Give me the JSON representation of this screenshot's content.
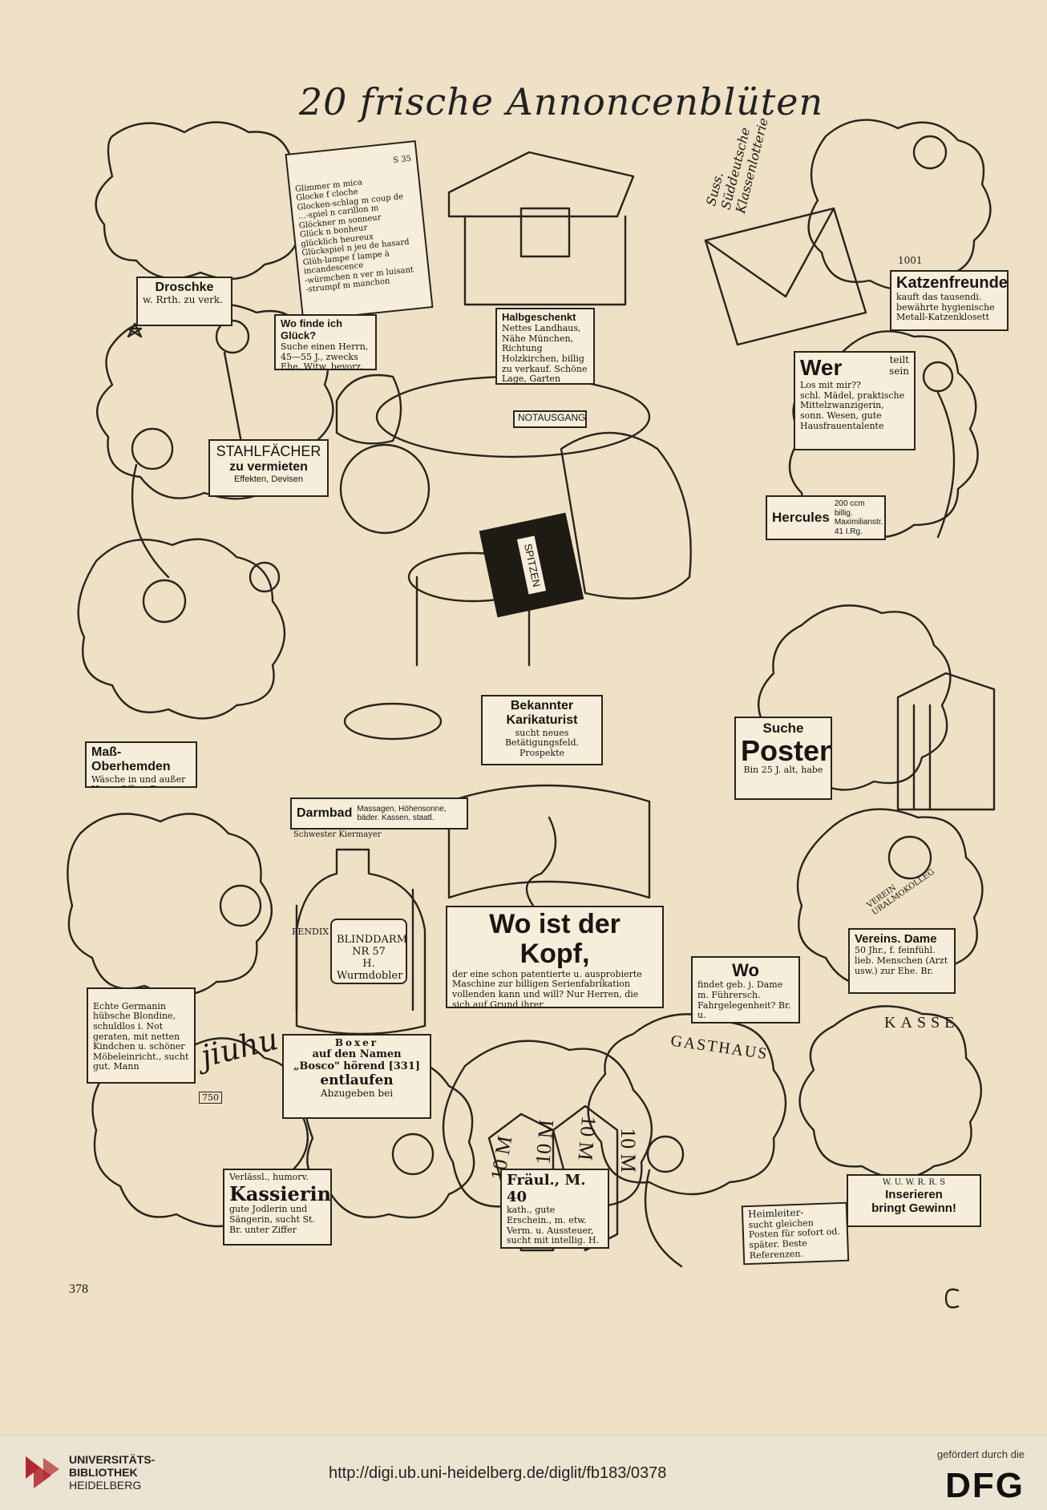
{
  "title": "20 frische Annoncenblüten",
  "page_number": "378",
  "ads": {
    "glimmer": "Glimmer m mica\nGlocke f cloche\nGlocken-schlag m coup de\n…-spiel n carillon m\nGlöckner m sonneur\nGlück n bonheur\nglücklich heureux\nGlückspiel n jeu de hasard\nGlüh-lampe f lampe à incandescence\n-würmchen n ver m luisant\n-strumpf m manchon",
    "glimmer_corner": "S 35",
    "droschke_h": "Droschke",
    "droschke_b": "w. Rrth. zu verk.",
    "wofinde_h": "Wo finde ich Glück?",
    "wofinde_b": "Suche einen Herrn, 45—55 J., zwecks Ehe, Witw. bevorz.",
    "landhaus_h": "Halbgeschenkt",
    "landhaus_b": "Nettes Landhaus, Nähe München, Richtung Holzkirchen, billig zu verkauf. Schöne Lage, Garten",
    "notausgang": "NOTAUSGANG",
    "lotterie": "Suss. Süddeutsche Klassenlotterie",
    "katzen_h": "Katzenfreunde",
    "katzen_b": "kauft das tausendi. bewährte hygienische Metall-Katzenklosett",
    "katzen_num": "1001",
    "wer_h": "Wer",
    "wer_side": "teilt sein",
    "wer_b": "Los mit mir??\nschl. Mädel, praktische Mittelzwanzigerin, sonn. Wesen, gute Hausfrauentalente",
    "stahl_h": "STAHLFÄCHER",
    "stahl_s": "zu vermieten",
    "stahl_b": "Effekten, Devisen",
    "hercules_h": "Hercules",
    "hercules_b": "200 ccm billig. Maximilianstr. 41 I.Rg.",
    "spitzen": "SPITZEN",
    "karikatur_h": "Bekannter Karikaturist",
    "karikatur_b": "sucht neues Betätigungsfeld. Prospekte",
    "hemden_h": "Maß-Oberhemden",
    "hemden_b": "Wäsche in und außer Haus. Off. u. R.",
    "posten_a": "Suche",
    "posten_h": "Posten",
    "posten_b": "Bin 25 J. alt, habe",
    "darmbad_h": "Darmbad",
    "darmbad_b": "Massagen, Höhensonne, bäder. Kassen, staatl.",
    "darmbad_c": "Schwester Kiermayer",
    "blinddarm": "BLINDDARM\nNR 57\nH. Wurmdobler II",
    "pendix": "PENDIX",
    "kopf_h": "Wo ist der Kopf,",
    "kopf_b": "der eine schon patentierte u. ausprobierte Maschine zur billigen Serienfabrikation vollenden kann und will? Nur Herren, die sich auf Grund ihrer",
    "wo_h": "Wo",
    "wo_b": "findet geb. j. Dame m. Führersch. Fahrgelegenheit? Br. u.",
    "verein_h": "Vereins. Dame",
    "verein_b": "50 Jhr., f. feinfühl. lieb. Menschen (Arzt usw.) zur Ehe. Br.",
    "sash": "VEREIN URALMOKOLLEG",
    "germanin": "Echte Germanin\nhübsche Blondine, schuldlos i. Not geraten, mit netten Kindchen u. schöner Möbeleinricht., sucht gut. Mann",
    "juhu": "jiuhu",
    "boxer_h": "Boxer",
    "boxer_b": "auf den Namen „Bosco\" hörend [331]",
    "boxer_s": "entlaufen",
    "boxer_f": "Abzugeben bei",
    "tenm": "10 M",
    "gasthaus": "GASTHAUS",
    "kasse": "KASSE",
    "kassierin_a": "Verlässl., humorv.",
    "kassierin_h": "Kassierin",
    "kassierin_b": "gute Jodlerin und Sängerin, sucht St. Br. unter Ziffer",
    "fraeul_h": "Fräul., M. 40",
    "fraeul_b": "kath., gute Erschein., m. etw. Verm. u. Aussteuer, sucht mit intellig. H. (Beamten) zw. Heirat in",
    "heim_h": "Heimleiter-",
    "heim_b": "sucht gleichen Posten für sofort od. später. Beste Referenzen.",
    "inserieren_h": "Inserieren",
    "inserieren_b": "bringt Gewinn!",
    "inserieren_top": "W. U. W. R. R. S",
    "price_tag": "750"
  },
  "footer": {
    "library_line1": "UNIVERSITÄTS-",
    "library_line2": "BIBLIOTHEK",
    "library_line3": "HEIDELBERG",
    "url": "http://digi.ub.uni-heidelberg.de/diglit/fb183/0378",
    "funded_by": "gefördert durch die",
    "dfg": "DFG"
  },
  "colors": {
    "paper": "#eee1c6",
    "ink": "#1e1a14",
    "library_red": "#b3262d"
  }
}
